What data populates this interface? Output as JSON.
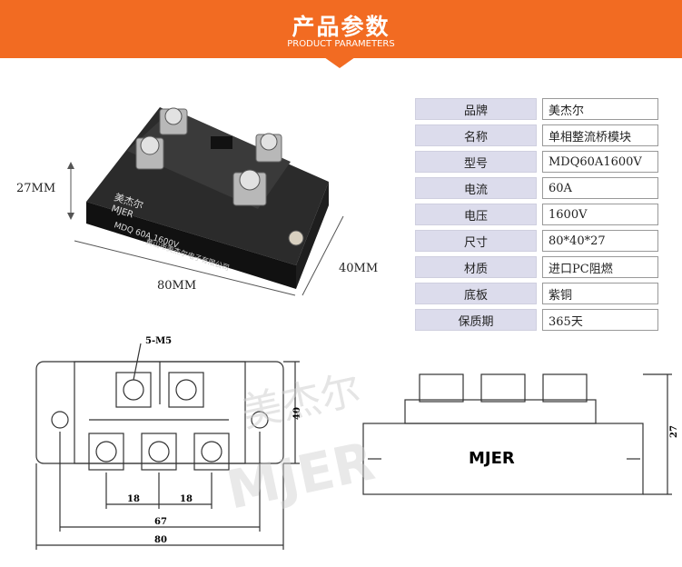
{
  "header": {
    "title": "产品参数",
    "subtitle": "PRODUCT PARAMETERS",
    "color": "#f26b22"
  },
  "specs": [
    {
      "label": "品牌",
      "value": "美杰尔"
    },
    {
      "label": "名称",
      "value": "单相整流桥模块"
    },
    {
      "label": "型号",
      "value": "MDQ60A1600V"
    },
    {
      "label": "电流",
      "value": "60A"
    },
    {
      "label": "电压",
      "value": "1600V"
    },
    {
      "label": "尺寸",
      "value": "80*40*27"
    },
    {
      "label": "材质",
      "value": "进口PC阻燃"
    },
    {
      "label": "底板",
      "value": "紫铜"
    },
    {
      "label": "保质期",
      "value": "365天"
    }
  ],
  "photo": {
    "height_label": "27MM",
    "length_label": "80MM",
    "width_label": "40MM",
    "module_brand": "美杰尔",
    "module_logo": "MJER",
    "module_model": "MDQ 60A 1600V",
    "module_maker": "黄山市美杰尔电子有限公司"
  },
  "drawing": {
    "screw_label": "5-M5",
    "dim_40": "40",
    "dim_18_left": "18",
    "dim_18_right": "18",
    "dim_67": "67",
    "dim_80": "80",
    "side_logo": "MJER",
    "dim_27": "27"
  },
  "watermark": {
    "brand": "美杰尔",
    "logo": "MJER"
  }
}
